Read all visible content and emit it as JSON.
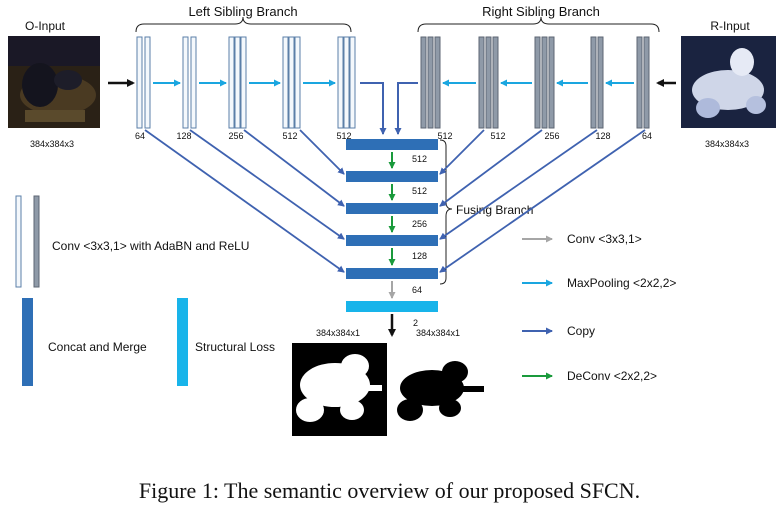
{
  "branches": {
    "left_title": "Left Sibling Branch",
    "right_title": "Right Sibling Branch",
    "fusing_title": "Fusing Branch"
  },
  "inputs": {
    "left_label": "O-Input",
    "left_size": "384x384x3",
    "right_label": "R-Input",
    "right_size": "384x384x3"
  },
  "left_channels": [
    "64",
    "128",
    "256",
    "512",
    "512"
  ],
  "right_channels": [
    "512",
    "512",
    "256",
    "128",
    "64"
  ],
  "fusing_channels": [
    "512",
    "512",
    "256",
    "128",
    "64",
    "2"
  ],
  "outputs": {
    "left_size": "384x384x1",
    "right_size": "384x384x1"
  },
  "legend": {
    "conv_adabn": "Conv <3x3,1> with AdaBN and ReLU",
    "concat": "Concat and Merge",
    "structural_loss": "Structural Loss",
    "conv": "Conv <3x3,1>",
    "maxpool": "MaxPooling <2x2,2>",
    "copy": "Copy",
    "deconv": "DeConv <2x2,2>"
  },
  "colors": {
    "left_block": "#f4f8fc",
    "left_block_stroke": "#5b7fa8",
    "right_block": "#8f9aa8",
    "concat_blue": "#2e6fb6",
    "loss_blue": "#18b4ea",
    "maxpool_arrow": "#1aa6e0",
    "copy_arrow": "#3f62b0",
    "deconv_arrow": "#1a9a3c",
    "conv_arrow": "#a6a6a6"
  },
  "caption": "Figure 1: The semantic overview of our proposed SFCN."
}
